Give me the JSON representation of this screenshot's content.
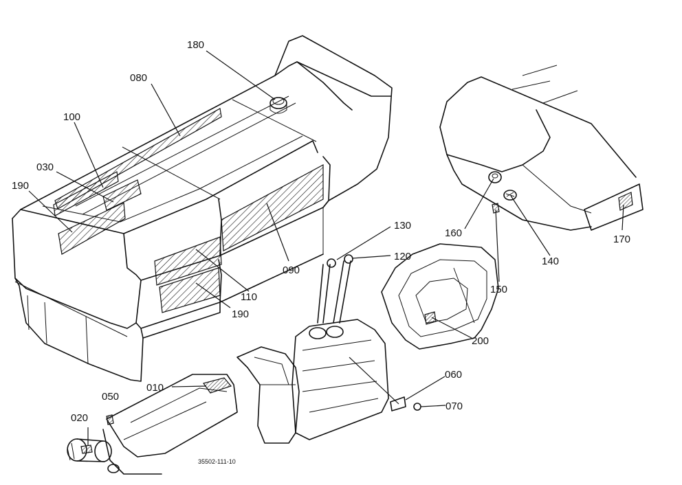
{
  "diagram": {
    "drawing_number": "35502-111-10",
    "labels": [
      {
        "id": "180",
        "text": "180"
      },
      {
        "id": "080",
        "text": "080"
      },
      {
        "id": "100",
        "text": "100"
      },
      {
        "id": "030",
        "text": "030"
      },
      {
        "id": "190a",
        "text": "190"
      },
      {
        "id": "090",
        "text": "090"
      },
      {
        "id": "110",
        "text": "110"
      },
      {
        "id": "190b",
        "text": "190"
      },
      {
        "id": "130",
        "text": "130"
      },
      {
        "id": "120",
        "text": "120"
      },
      {
        "id": "160",
        "text": "160"
      },
      {
        "id": "140",
        "text": "140"
      },
      {
        "id": "150",
        "text": "150"
      },
      {
        "id": "170",
        "text": "170"
      },
      {
        "id": "200",
        "text": "200"
      },
      {
        "id": "060",
        "text": "060"
      },
      {
        "id": "070",
        "text": "070"
      },
      {
        "id": "010",
        "text": "010"
      },
      {
        "id": "050",
        "text": "050"
      },
      {
        "id": "020",
        "text": "020"
      }
    ]
  }
}
